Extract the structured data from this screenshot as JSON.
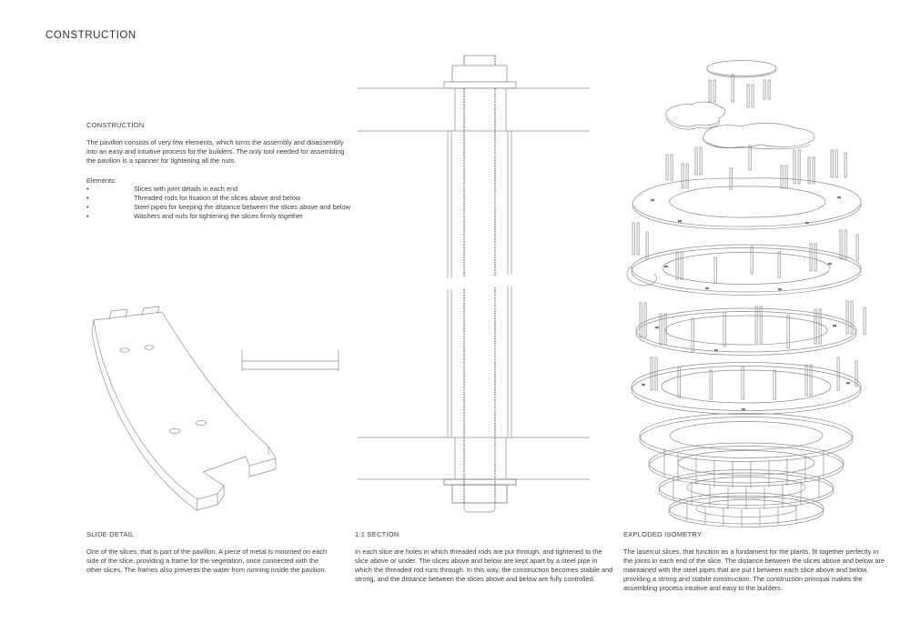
{
  "page": {
    "title": "CONSTRUCTION"
  },
  "intro": {
    "heading": "CONSTRUCTION",
    "body": "The pavillon consists of very few elements, which turns the assembly and disassembly into an easy and intuitive process for the builders. The only tool needed for assembling the pavilion is a spanner for tightening all the nuts.",
    "elements_label": "Elements:",
    "bullet_char": "•",
    "elements": [
      "Slices with joint details in each end",
      "Threaded rods for fixation of the slices above and below",
      "Steel pipes for keeping the distance between the slices above and below",
      "Washers and nuts for tightening the slices firmly together"
    ]
  },
  "slide_detail": {
    "heading": "SLIDE DETAIL",
    "body": "One of the slices, that is part of the pavillon. A piece of metal is mounted on each side of the slice, providing a frame for the vegetation, once connected with the other slices. The frames also prevents the water from running inside the pavilion."
  },
  "section": {
    "heading": "1:1 SECTION",
    "body": "In each slice are holes in which threaded rods are put through, and tightened to the slice above or under. The slices above and below are kept apart by a steel pipe in which the threaded rod runs through. In this way, the construction becomes stabile and strong, and the distance between the slices above and below are fully controlled."
  },
  "isometry": {
    "heading": "EXPLODED ISOMETRY",
    "body": "The lasercut slices, that function as a fundament for the plants, fit together perfectly in the joints in each end of the slice. The distance between the slices above and below are maintained with the steel pipes that are put I between each slice above and below, providing a strong and stabile construction. The construction principal makes the assembling process intuitive and easy to the builders."
  }
}
